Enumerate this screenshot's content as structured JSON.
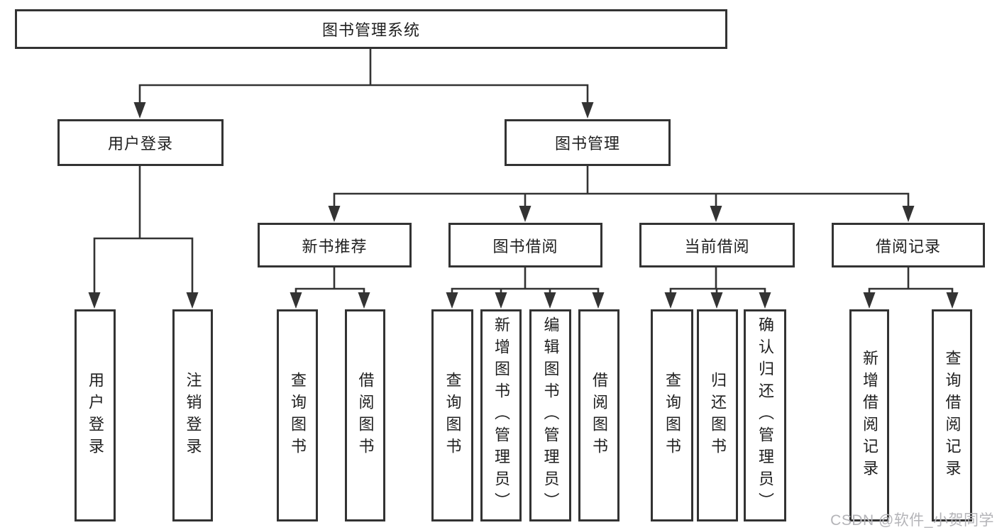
{
  "tree": {
    "root": {
      "label": "图书管理系统"
    },
    "branches": [
      {
        "label": "用户登录",
        "children": [
          {
            "label": "用户登录"
          },
          {
            "label": "注销登录"
          }
        ]
      },
      {
        "label": "图书管理",
        "children": [
          {
            "label": "新书推荐",
            "children": [
              {
                "label": "查询图书"
              },
              {
                "label": "借阅图书"
              }
            ]
          },
          {
            "label": "图书借阅",
            "children": [
              {
                "label": "查询图书"
              },
              {
                "label": "新增图书（管理员）"
              },
              {
                "label": "编辑图书（管理员）"
              },
              {
                "label": "借阅图书"
              }
            ]
          },
          {
            "label": "当前借阅",
            "children": [
              {
                "label": "查询图书"
              },
              {
                "label": "归还图书"
              },
              {
                "label": "确认归还（管理员）"
              }
            ]
          },
          {
            "label": "借阅记录",
            "children": [
              {
                "label": "新增借阅记录"
              },
              {
                "label": "查询借阅记录"
              }
            ]
          }
        ]
      }
    ]
  },
  "watermark": {
    "text": "CSDN @软件_小贺同学"
  },
  "colors": {
    "line": "#333333",
    "text": "#1f1f1f",
    "watermark": "#b4b4b8",
    "background": "#ffffff"
  }
}
